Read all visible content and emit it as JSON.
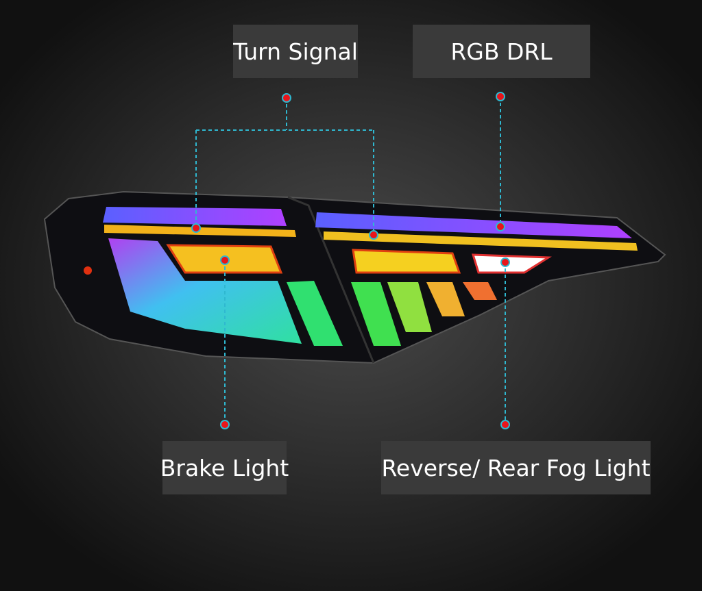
{
  "labels": {
    "turn_signal": "Turn Signal",
    "rgb_drl": "RGB DRL",
    "brake_light": "Brake Light",
    "reverse_fog": "Reverse/ Rear Fog Light"
  },
  "colors": {
    "callout_line": "#2fb8d0",
    "callout_dot": "#e8141a",
    "label_bg": "#3a3a3a"
  }
}
